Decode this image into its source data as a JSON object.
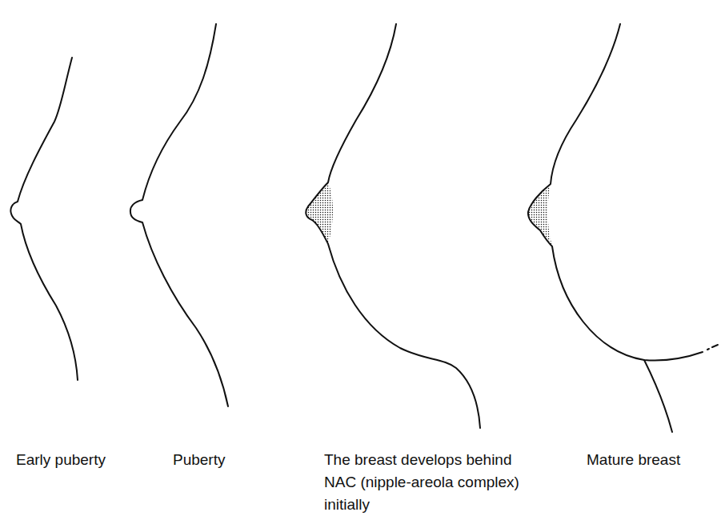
{
  "diagram": {
    "labels": [
      "Early puberty",
      "Puberty",
      "The breast develops behind NAC (nipple-areola complex) initially",
      "Mature breast"
    ]
  }
}
